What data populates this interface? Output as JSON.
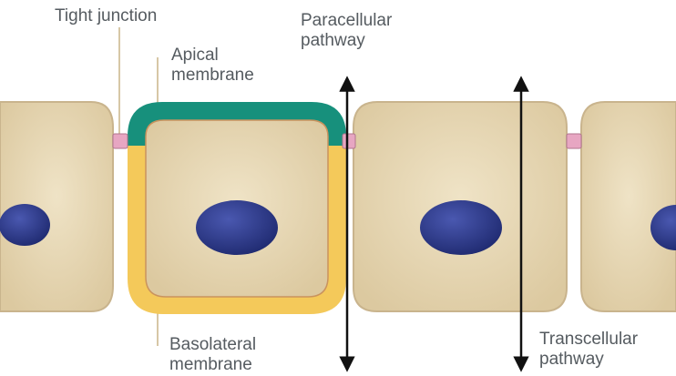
{
  "diagram": {
    "labels": {
      "tight_junction": "Tight junction",
      "apical_membrane": [
        "Apical",
        "membrane"
      ],
      "paracellular_pathway": [
        "Paracellular",
        "pathway"
      ],
      "basolateral_membrane": [
        "Basolateral",
        "membrane"
      ],
      "transcellular_pathway": [
        "Transcellular",
        "pathway"
      ]
    },
    "colors": {
      "cell_fill": "#e7d9b8",
      "cell_edge": "#c9b48d",
      "nucleus": "#2e3a8c",
      "apical": "#17907c",
      "basolateral": "#f4c95a",
      "tight_junction": "#e7a6c2",
      "arrow": "#111111",
      "leader_line": "#d7c7a6",
      "text": "#555b60"
    }
  }
}
